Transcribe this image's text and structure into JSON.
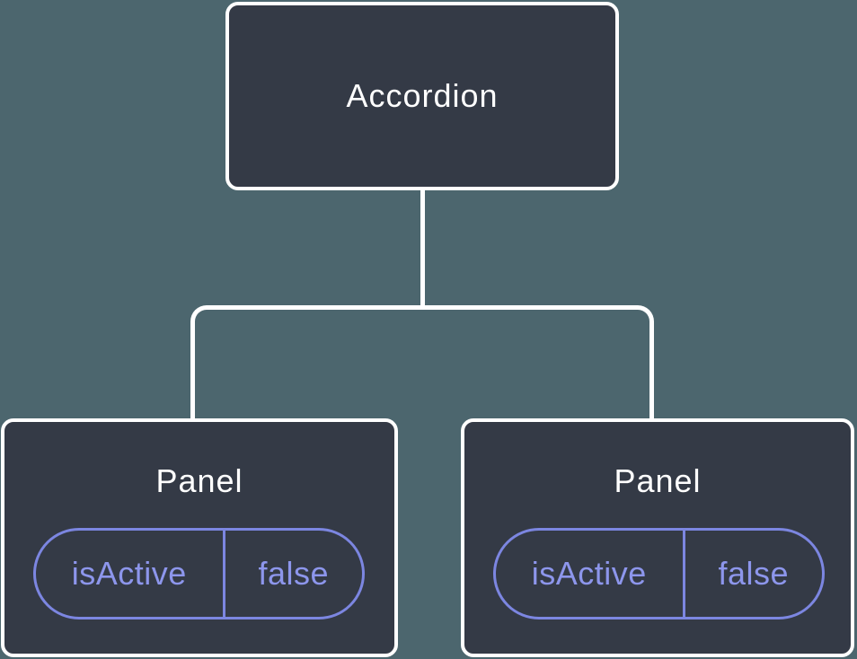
{
  "tree": {
    "root": {
      "label": "Accordion"
    },
    "panels": [
      {
        "label": "Panel",
        "state_key": "isActive",
        "state_value": "false"
      },
      {
        "label": "Panel",
        "state_key": "isActive",
        "state_value": "false"
      }
    ]
  },
  "colors": {
    "background": "#4c666e",
    "node_fill": "#343a46",
    "node_border": "#ffffff",
    "connector": "#ffffff",
    "state_border": "#7c86e1",
    "state_text": "#8d96ec",
    "label_text": "#ffffff"
  }
}
